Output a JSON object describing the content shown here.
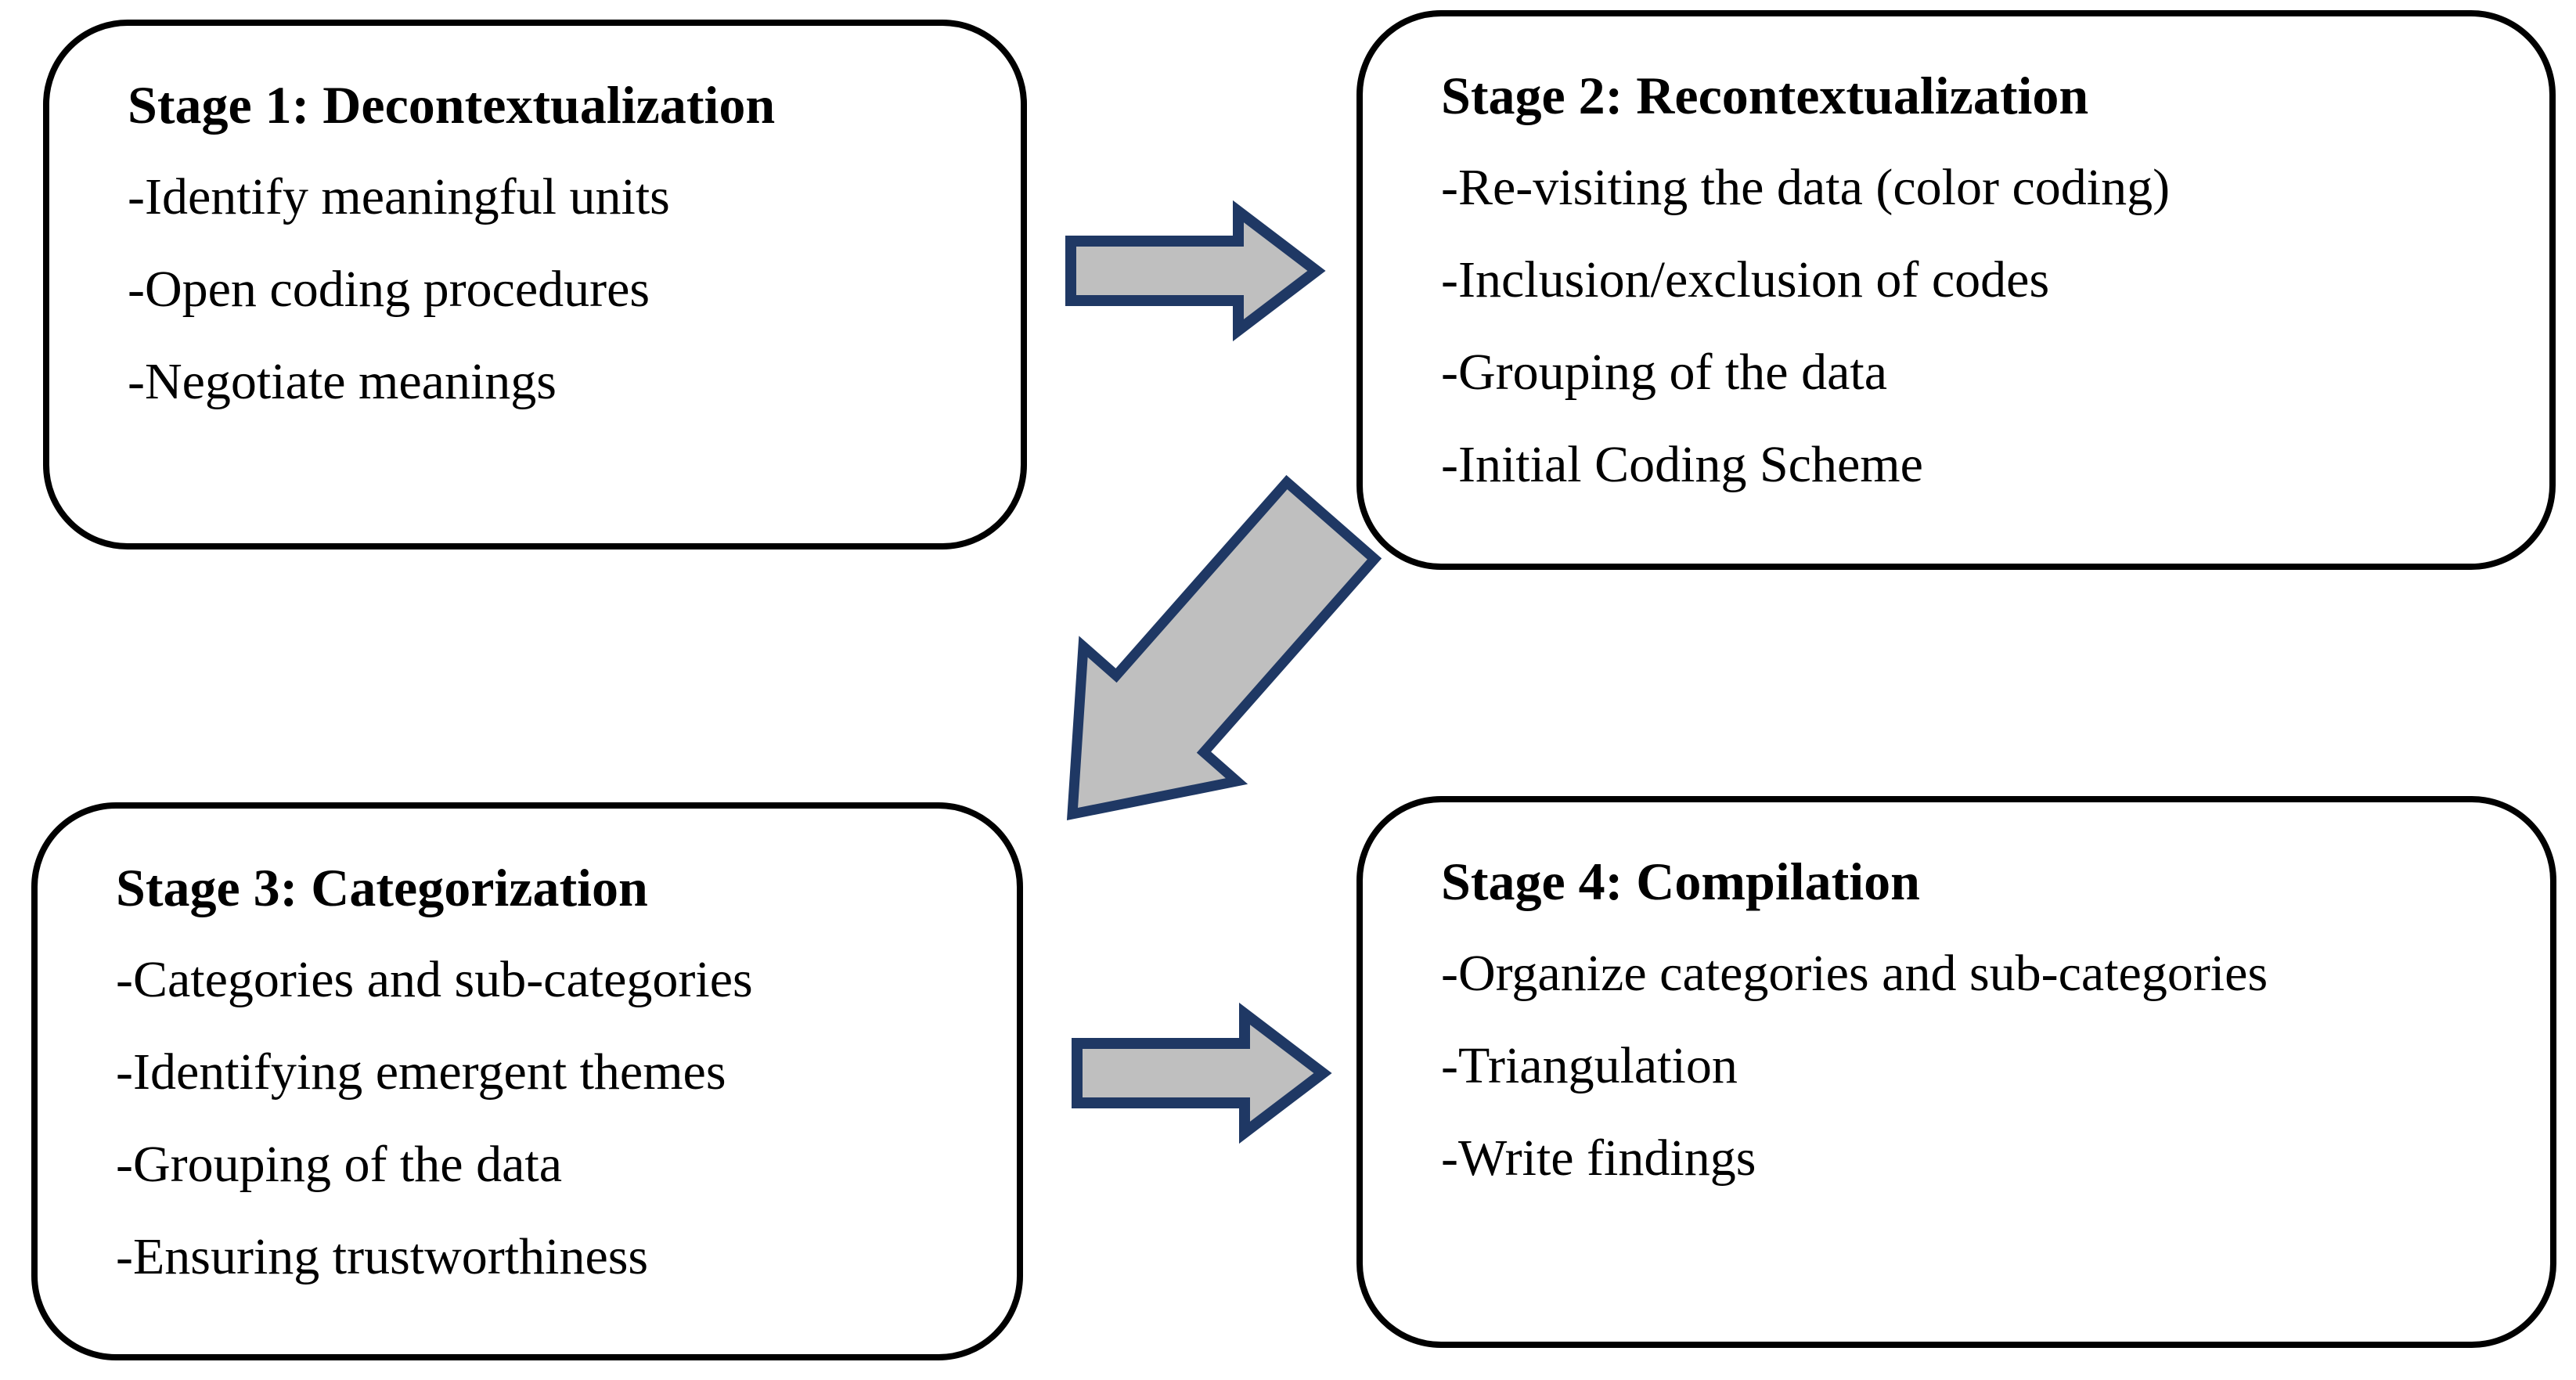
{
  "stages": [
    {
      "title": "Stage 1: Decontextualization",
      "items": [
        "-Identify meaningful units",
        "-Open coding procedures",
        "-Negotiate meanings"
      ]
    },
    {
      "title": "Stage 2: Recontextualization",
      "items": [
        "-Re-visiting the data (color coding)",
        "-Inclusion/exclusion of codes",
        "-Grouping of the data",
        "-Initial Coding Scheme"
      ]
    },
    {
      "title": "Stage 3: Categorization",
      "items": [
        "-Categories and sub-categories",
        "-Identifying emergent themes",
        "-Grouping of the data",
        "-Ensuring trustworthiness"
      ]
    },
    {
      "title": "Stage 4: Compilation",
      "items": [
        "-Organize categories and sub-categories",
        "-Triangulation",
        "-Write findings"
      ]
    }
  ],
  "arrows": [
    {
      "id": "arrow-1",
      "meaning": "stage 1 to stage 2",
      "direction": "right"
    },
    {
      "id": "arrow-2",
      "meaning": "stage 2 to stage 3",
      "direction": "down-left"
    },
    {
      "id": "arrow-3",
      "meaning": "stage 3 to stage 4",
      "direction": "right"
    }
  ],
  "colors": {
    "background": "#ffffff",
    "text": "#000000",
    "box_border": "#000000",
    "arrow_fill": "#bfbfbf",
    "arrow_stroke": "#1f3864"
  }
}
